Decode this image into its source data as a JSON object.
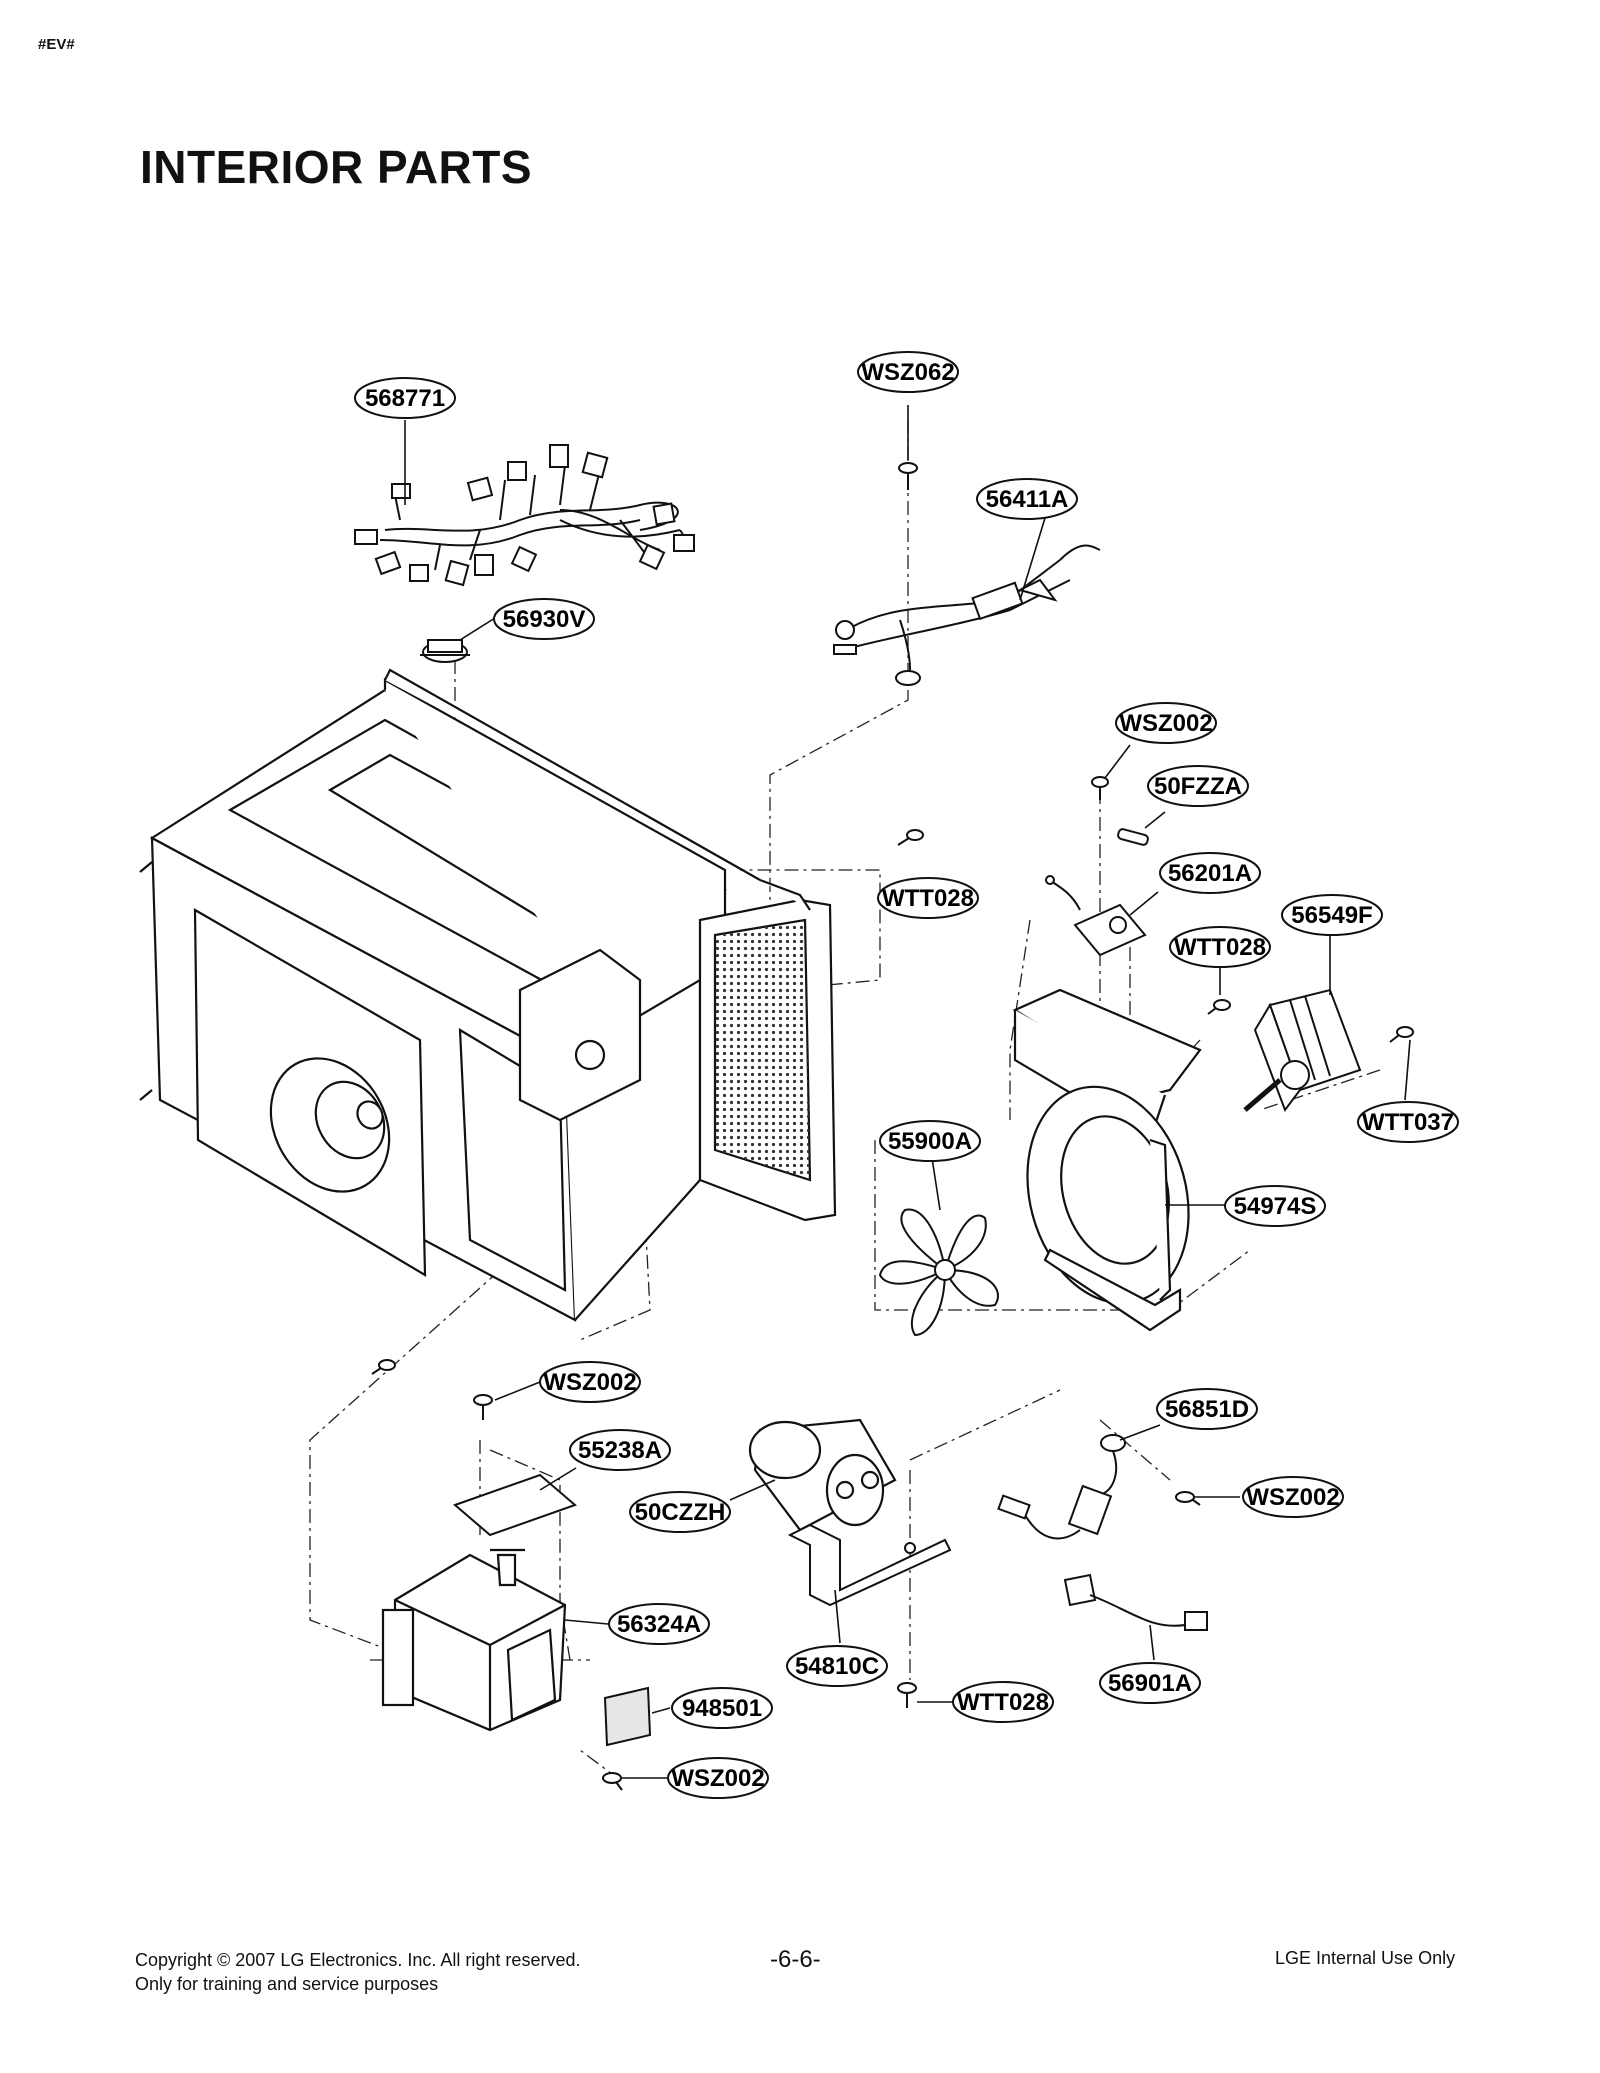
{
  "header": {
    "tag": "#EV#",
    "title": "INTERIOR PARTS"
  },
  "parts": [
    {
      "code": "568771"
    },
    {
      "code": "WSZ062"
    },
    {
      "code": "56411A"
    },
    {
      "code": "56930V"
    },
    {
      "code": "WSZ002"
    },
    {
      "code": "50FZZA"
    },
    {
      "code": "56201A"
    },
    {
      "code": "WTT028"
    },
    {
      "code": "WTT028"
    },
    {
      "code": "56549F"
    },
    {
      "code": "WTT037"
    },
    {
      "code": "55900A"
    },
    {
      "code": "54974S"
    },
    {
      "code": "WSZ002"
    },
    {
      "code": "55238A"
    },
    {
      "code": "50CZZH"
    },
    {
      "code": "56851D"
    },
    {
      "code": "WSZ002"
    },
    {
      "code": "56324A"
    },
    {
      "code": "54810C"
    },
    {
      "code": "WTT028"
    },
    {
      "code": "56901A"
    },
    {
      "code": "948501"
    },
    {
      "code": "WSZ002"
    }
  ],
  "footer": {
    "copyright": "Copyright © 2007 LG Electronics. Inc. All right reserved.",
    "note": "Only for training and service purposes",
    "page_number": "-6-6-",
    "internal": "LGE Internal Use Only"
  }
}
